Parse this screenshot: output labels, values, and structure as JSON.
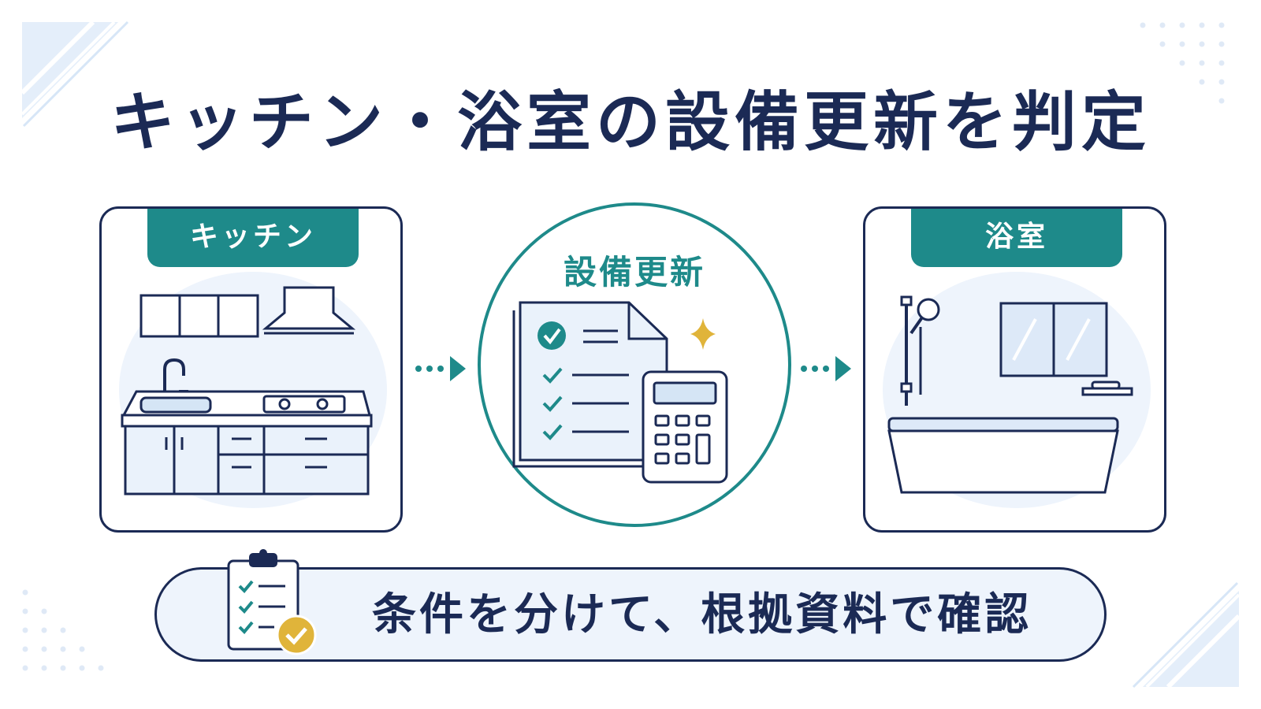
{
  "title": "キッチン・浴室の設備更新を判定",
  "kitchen": {
    "label": "キッチン"
  },
  "center": {
    "label": "設備更新"
  },
  "bath": {
    "label": "浴室"
  },
  "footer": {
    "text": "条件を分けて、根拠資料で確認"
  },
  "colors": {
    "navy": "#1b2a55",
    "teal": "#1e8a8a",
    "gold": "#e0b43a",
    "light_blue": "#dde9f8"
  },
  "icons": {
    "kitchen": "kitchen-illustration",
    "center_document": "checklist-document-icon",
    "center_calculator": "calculator-icon",
    "center_sparkle": "sparkle-icon",
    "bath": "bathroom-illustration",
    "footer": "clipboard-check-icon",
    "arrows": "dotted-arrow-icon"
  }
}
